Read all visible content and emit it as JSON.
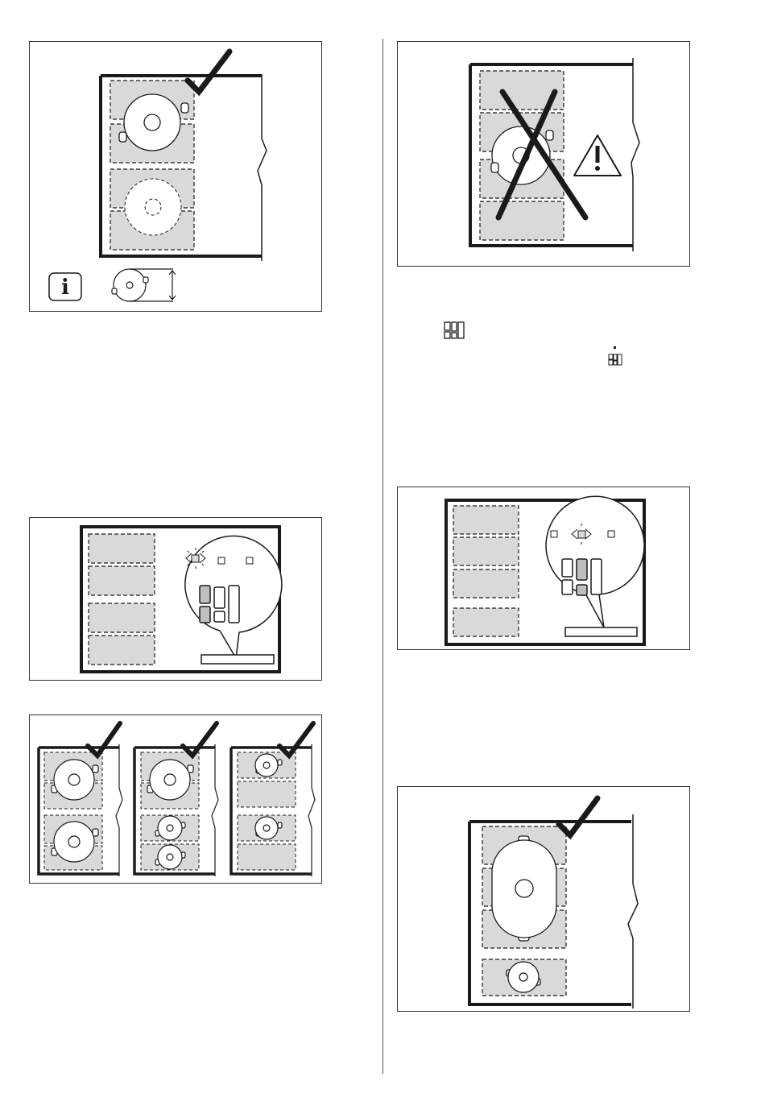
{
  "page": {
    "figures": [
      {
        "id": "fig-cookware-two-zones",
        "result": "correct",
        "icons": [
          "check-icon",
          "info-icon",
          "cookware-diameter-icon"
        ]
      },
      {
        "id": "fig-cookware-across-zones",
        "result": "incorrect",
        "icons": [
          "cross-icon",
          "warning-icon"
        ]
      },
      {
        "id": "fig-control-panel-left",
        "icons": [
          "zone-indicator-icon",
          "display-digits-icon"
        ]
      },
      {
        "id": "fig-control-panel-right",
        "icons": [
          "zone-indicator-icon",
          "display-digits-icon"
        ]
      },
      {
        "id": "fig-combinations",
        "result": "correct",
        "icons": [
          "check-icon",
          "check-icon",
          "check-icon"
        ]
      },
      {
        "id": "fig-oval-cookware",
        "result": "correct",
        "icons": [
          "check-icon"
        ]
      }
    ],
    "inline_symbols": [
      "display-digits-icon",
      "display-digits-dot-icon"
    ],
    "colors": {
      "zone_fill": "#d9d9d9",
      "line": "#1a1a1a"
    }
  }
}
